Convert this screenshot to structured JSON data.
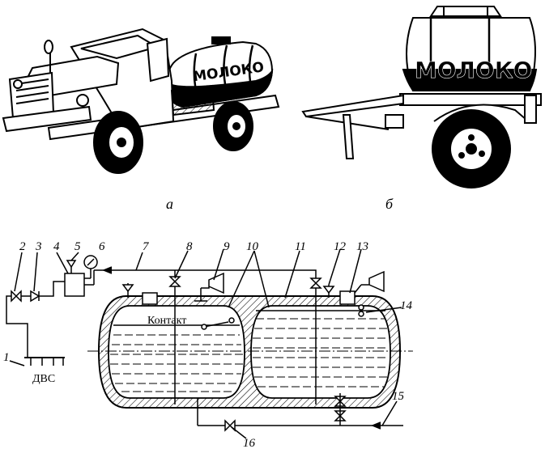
{
  "captions": {
    "a": "а",
    "b": "б"
  },
  "truck": {
    "tank_text": "МОЛОКО"
  },
  "trailer": {
    "tank_text": "МОЛОКО"
  },
  "schematic": {
    "engine_label": "ДВС",
    "contact_label": "Контакт",
    "callouts": [
      "1",
      "2",
      "3",
      "4",
      "5",
      "6",
      "7",
      "8",
      "9",
      "10",
      "11",
      "12",
      "13",
      "14",
      "15",
      "16"
    ]
  }
}
